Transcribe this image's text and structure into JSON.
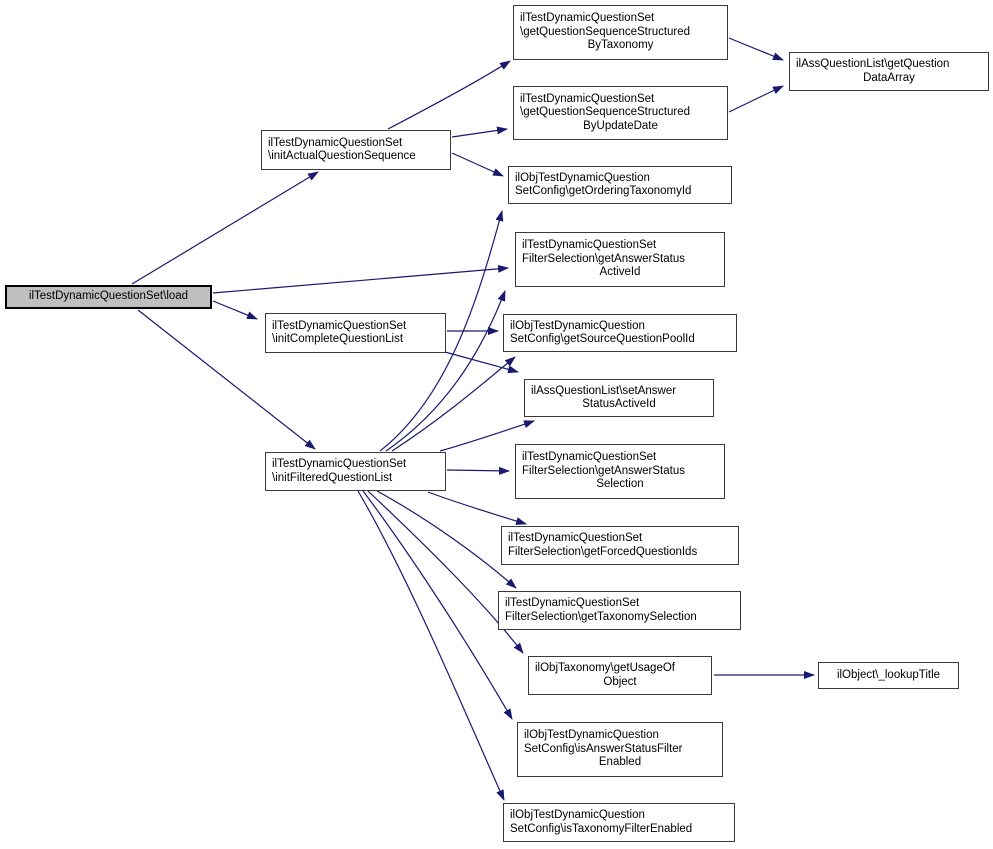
{
  "diagram": {
    "type": "call-graph",
    "edge_color": "#191970",
    "node_border_color": "#3a3a3a",
    "root_fill_color": "#bfbfbf",
    "nodes": [
      {
        "id": "load",
        "role": "root",
        "lines": [
          "ilTestDynamicQuestionSet\\load"
        ]
      },
      {
        "id": "initActualQuestionSequence",
        "role": "callee",
        "lines": [
          "ilTestDynamicQuestionSet",
          "\\initActualQuestionSequence"
        ]
      },
      {
        "id": "initCompleteQuestionList",
        "role": "callee",
        "lines": [
          "ilTestDynamicQuestionSet",
          "\\initCompleteQuestionList"
        ]
      },
      {
        "id": "initFilteredQuestionList",
        "role": "callee",
        "lines": [
          "ilTestDynamicQuestionSet",
          "\\initFilteredQuestionList"
        ]
      },
      {
        "id": "getQuestionSequenceStructuredByTaxonomy",
        "role": "callee",
        "lines": [
          "ilTestDynamicQuestionSet",
          "\\getQuestionSequenceStructured",
          "ByTaxonomy"
        ]
      },
      {
        "id": "getQuestionSequenceStructuredByUpdateDate",
        "role": "callee",
        "lines": [
          "ilTestDynamicQuestionSet",
          "\\getQuestionSequenceStructured",
          "ByUpdateDate"
        ]
      },
      {
        "id": "getQuestionDataArray",
        "role": "callee",
        "lines": [
          "ilAssQuestionList\\getQuestion",
          "DataArray"
        ]
      },
      {
        "id": "getOrderingTaxonomyId",
        "role": "callee",
        "lines": [
          "ilObjTestDynamicQuestion",
          "SetConfig\\getOrderingTaxonomyId"
        ]
      },
      {
        "id": "getAnswerStatusActiveId",
        "role": "callee",
        "lines": [
          "ilTestDynamicQuestionSet",
          "FilterSelection\\getAnswerStatus",
          "ActiveId"
        ]
      },
      {
        "id": "getSourceQuestionPoolId",
        "role": "callee",
        "lines": [
          "ilObjTestDynamicQuestion",
          "SetConfig\\getSourceQuestionPoolId"
        ]
      },
      {
        "id": "setAnswerStatusActiveId",
        "role": "callee",
        "lines": [
          "ilAssQuestionList\\setAnswer",
          "StatusActiveId"
        ]
      },
      {
        "id": "getAnswerStatusSelection",
        "role": "callee",
        "lines": [
          "ilTestDynamicQuestionSet",
          "FilterSelection\\getAnswerStatus",
          "Selection"
        ]
      },
      {
        "id": "getForcedQuestionIds",
        "role": "callee",
        "lines": [
          "ilTestDynamicQuestionSet",
          "FilterSelection\\getForcedQuestionIds"
        ]
      },
      {
        "id": "getTaxonomySelection",
        "role": "callee",
        "lines": [
          "ilTestDynamicQuestionSet",
          "FilterSelection\\getTaxonomySelection"
        ]
      },
      {
        "id": "getUsageOfObject",
        "role": "callee",
        "lines": [
          "ilObjTaxonomy\\getUsageOf",
          "Object"
        ]
      },
      {
        "id": "lookupTitle",
        "role": "callee",
        "lines": [
          "ilObject\\_lookupTitle"
        ]
      },
      {
        "id": "isAnswerStatusFilterEnabled",
        "role": "callee",
        "lines": [
          "ilObjTestDynamicQuestion",
          "SetConfig\\isAnswerStatusFilter",
          "Enabled"
        ]
      },
      {
        "id": "isTaxonomyFilterEnabled",
        "role": "callee",
        "lines": [
          "ilObjTestDynamicQuestion",
          "SetConfig\\isTaxonomyFilterEnabled"
        ]
      }
    ],
    "edges": [
      {
        "from": "load",
        "to": "initActualQuestionSequence"
      },
      {
        "from": "load",
        "to": "initCompleteQuestionList"
      },
      {
        "from": "load",
        "to": "initFilteredQuestionList"
      },
      {
        "from": "load",
        "to": "getAnswerStatusActiveId"
      },
      {
        "from": "initActualQuestionSequence",
        "to": "getQuestionSequenceStructuredByTaxonomy"
      },
      {
        "from": "initActualQuestionSequence",
        "to": "getQuestionSequenceStructuredByUpdateDate"
      },
      {
        "from": "initActualQuestionSequence",
        "to": "getOrderingTaxonomyId"
      },
      {
        "from": "getQuestionSequenceStructuredByTaxonomy",
        "to": "getQuestionDataArray"
      },
      {
        "from": "getQuestionSequenceStructuredByUpdateDate",
        "to": "getQuestionDataArray"
      },
      {
        "from": "initCompleteQuestionList",
        "to": "getSourceQuestionPoolId"
      },
      {
        "from": "initCompleteQuestionList",
        "to": "setAnswerStatusActiveId"
      },
      {
        "from": "initFilteredQuestionList",
        "to": "getOrderingTaxonomyId"
      },
      {
        "from": "initFilteredQuestionList",
        "to": "getAnswerStatusActiveId"
      },
      {
        "from": "initFilteredQuestionList",
        "to": "getSourceQuestionPoolId"
      },
      {
        "from": "initFilteredQuestionList",
        "to": "setAnswerStatusActiveId"
      },
      {
        "from": "initFilteredQuestionList",
        "to": "getAnswerStatusSelection"
      },
      {
        "from": "initFilteredQuestionList",
        "to": "getForcedQuestionIds"
      },
      {
        "from": "initFilteredQuestionList",
        "to": "getTaxonomySelection"
      },
      {
        "from": "initFilteredQuestionList",
        "to": "getUsageOfObject"
      },
      {
        "from": "initFilteredQuestionList",
        "to": "isAnswerStatusFilterEnabled"
      },
      {
        "from": "initFilteredQuestionList",
        "to": "isTaxonomyFilterEnabled"
      },
      {
        "from": "getUsageOfObject",
        "to": "lookupTitle"
      }
    ]
  }
}
